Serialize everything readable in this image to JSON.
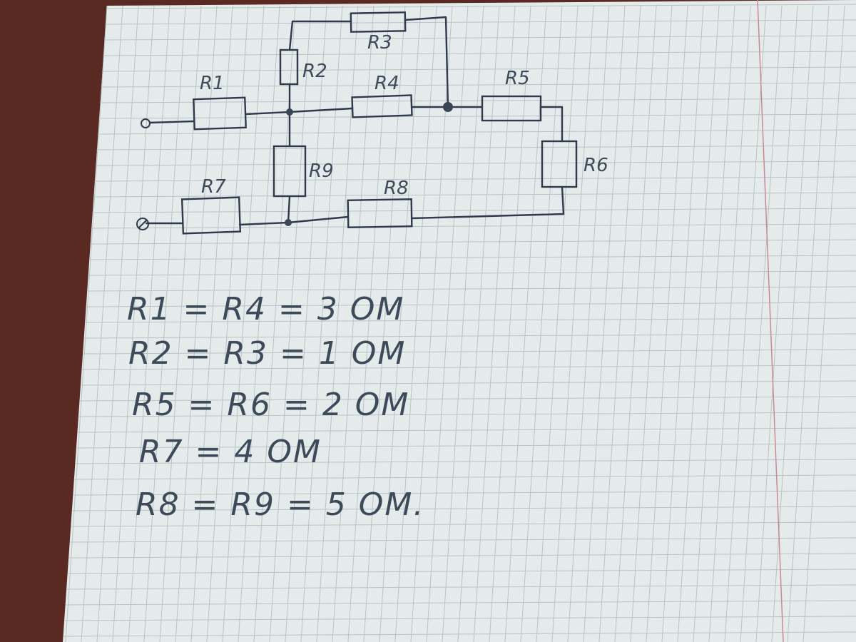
{
  "circuit": {
    "resistors": [
      {
        "id": "r1",
        "label": "R1"
      },
      {
        "id": "r2",
        "label": "R2"
      },
      {
        "id": "r3",
        "label": "R3"
      },
      {
        "id": "r4",
        "label": "R4"
      },
      {
        "id": "r5",
        "label": "R5"
      },
      {
        "id": "r6",
        "label": "R6"
      },
      {
        "id": "r7",
        "label": "R7"
      },
      {
        "id": "r8",
        "label": "R8"
      },
      {
        "id": "r9",
        "label": "R9"
      }
    ]
  },
  "values": {
    "lines": [
      "R1 = R4 = 3 OM",
      "R2 = R3 = 1 OM",
      "R5 = R6 = 2 OM",
      "R7 = 4 OM",
      "R8 = R9 = 5 OM."
    ]
  },
  "colors": {
    "ink": "#2f3b4c",
    "paper": "#e4ebea",
    "grid": "#b9c3c6",
    "table": "#5a2a22"
  }
}
